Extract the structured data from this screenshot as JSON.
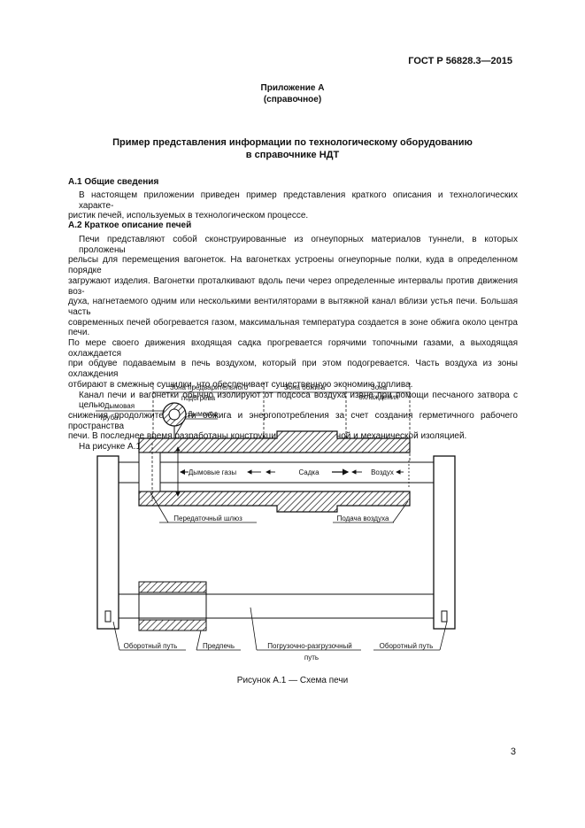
{
  "header": {
    "standard_code": "ГОСТ Р 56828.3—2015"
  },
  "appendix": {
    "title": "Приложение А",
    "subtitle": "(справочное)"
  },
  "doc_title": {
    "line1": "Пример представления информации по технологическому оборудованию",
    "line2": "в справочнике НДТ"
  },
  "section1": {
    "heading": "А.1 Общие сведения",
    "p1": "В настоящем приложении приведен пример представления краткого описания и технологических характе-",
    "p1b": "ристик печей, используемых в технологическом процессе."
  },
  "section2": {
    "heading": "А.2 Краткое описание печей",
    "lines": [
      "Печи представляют собой сконструированные из огнеупорных материалов туннели, в которых проложены",
      "рельсы для перемещения вагонеток. На вагонетках устроены огнеупорные полки, куда в определенном порядке",
      "загружают изделия. Вагонетки проталкивают вдоль печи через определенные интервалы против движения воз-",
      "духа, нагнетаемого одним или несколькими вентиляторами в вытяжной канал вблизи устья печи. Большая часть",
      "современных печей обогревается газом, максимальная температура создается в зоне обжига около центра печи.",
      "По мере своего движения входящая садка прогревается горячими топочными газами, а выходящая охлаждается",
      "при обдуве подаваемым в печь воздухом, который при этом подогревается. Часть воздуха из зоны охлаждения",
      "отбирают в смежные сушилки, что обеспечивает существенную экономию топлива.",
      "Канал печи и вагонетки обычно изолируют от подсоса воздуха извне при помощи песчаного затвора с целью",
      "снижения продолжительности обжига и энергопотребления за счет создания герметичного рабочего пространства",
      "печи. В последнее время разработаны конструкции печей с водяной и механической изоляцией.",
      "На рисунке А.1 представлена схема и поперечный разрез печи."
    ]
  },
  "figure": {
    "zone_preheat_1": "Зона предварительного",
    "zone_preheat_2": "подогрева",
    "zone_firing": "Зона обжига",
    "zone_cooling_1": "Зона",
    "zone_cooling_2": "охлаждения",
    "chimney_1": "Дымовая",
    "chimney_2": "труба",
    "flue": "Дымоход",
    "flue_gases": "Дымовые газы",
    "charge": "Садка",
    "air": "Воздух",
    "transfer_lock": "Передаточный шлюз",
    "air_supply": "Подача воздуха",
    "return_track_left": "Оборотный путь",
    "prekiln": "Предпечь",
    "load_track_1": "Погрузочно-разгрузочный",
    "load_track_2": "путь",
    "return_track_right": "Оборотный путь",
    "caption": "Рисунок  А.1 — Схема печи"
  },
  "page_number": "3"
}
